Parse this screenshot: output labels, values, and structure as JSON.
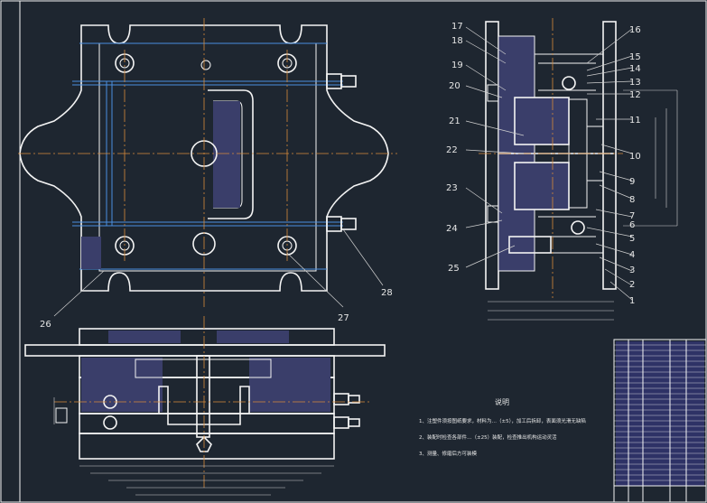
{
  "labels": {
    "top_view": [
      "26",
      "27",
      "28"
    ],
    "side_view": [
      "1",
      "2",
      "3",
      "4",
      "5",
      "6",
      "7",
      "8",
      "9",
      "10",
      "11",
      "12",
      "13",
      "14",
      "15",
      "16",
      "17",
      "18",
      "19",
      "20",
      "21",
      "22",
      "23",
      "24",
      "25"
    ]
  },
  "notes": {
    "title": "说明",
    "line1": "1、注塑件须按图纸要求，材料为…（±5），加工后拆卸，表面须光滑无缺陷",
    "line2": "2、装配时检查各部件…（±25）装配，检查推出机构运动灵活",
    "line3": "3、测量、修磨后方可装模"
  },
  "colors": {
    "background": "#1e2630",
    "outline": "#f4f4f4",
    "water_line": "#4a8fe0",
    "center_line": "#d88a3a",
    "section_hatch": "#3a3e6a"
  }
}
